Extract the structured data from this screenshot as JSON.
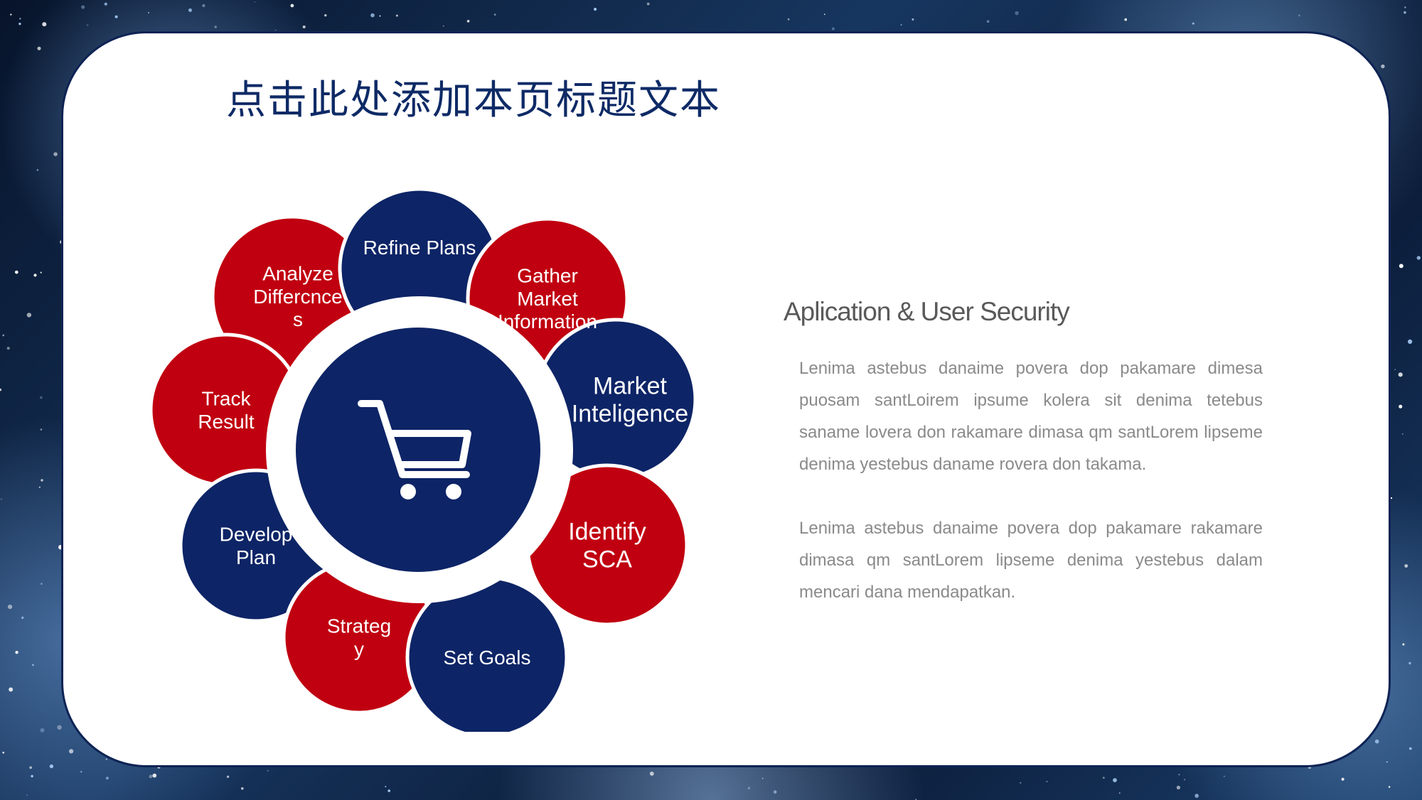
{
  "slide": {
    "title": "点击此处添加本页标题文本",
    "subtitle": "Aplication & User Security",
    "paragraphs": [
      "Lenima astebus danaime povera dop pakamare dimesa puosam santLoirem ipsume kolera sit denima tetebus saname lovera don rakamare dimasa qm santLorem lipseme denima yestebus daname rovera don takama.",
      "Lenima astebus danaime povera dop pakamare rakamare dimasa qm santLorem lipseme denima yestebus dalam mencari dana mendapatkan."
    ]
  },
  "cycle": {
    "center_icon": "shopping-cart-icon",
    "petals": [
      {
        "lines": [
          "Refine Plans"
        ],
        "color": "#0d2466"
      },
      {
        "lines": [
          "Gather",
          "Market",
          "Information"
        ],
        "color": "#c00010"
      },
      {
        "lines": [
          "Market",
          "Inteligence"
        ],
        "color": "#0d2466"
      },
      {
        "lines": [
          "Identify",
          "SCA"
        ],
        "color": "#c00010"
      },
      {
        "lines": [
          "Set Goals"
        ],
        "color": "#0d2466"
      },
      {
        "lines": [
          "Strateg",
          "y"
        ],
        "color": "#c00010"
      },
      {
        "lines": [
          "Develop",
          "Plan"
        ],
        "color": "#0d2466"
      },
      {
        "lines": [
          "Track",
          "Result"
        ],
        "color": "#c00010"
      },
      {
        "lines": [
          "Analyze",
          "Differcnce",
          "s"
        ],
        "color": "#c00010"
      }
    ]
  },
  "colors": {
    "navy": "#0d2466",
    "red": "#c00010",
    "title": "#0e2a66"
  }
}
